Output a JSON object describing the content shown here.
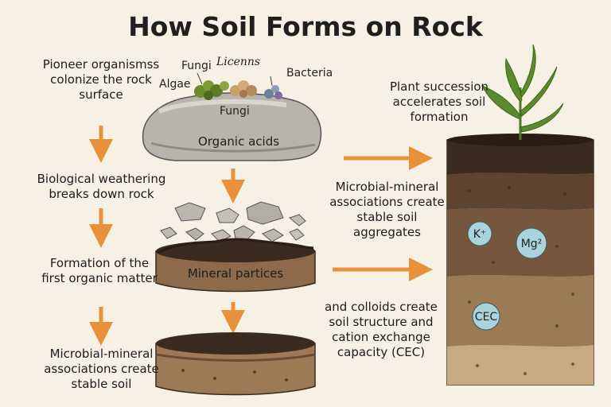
{
  "title": "How Soil Forms on Rock",
  "left_steps": [
    "Pioneer organismss colonize the rock surface",
    "Biological weathering breaks down rock",
    "Formation of the first organic matter",
    "Microbial-mineral associations create stable soil"
  ],
  "organisms": {
    "fungi_top": "Fungi",
    "lichens": "Licenns",
    "algae": "Algae",
    "bacteria": "Bacteria",
    "fungi_rock": "Fungi"
  },
  "rock_label": "Organic acids",
  "mineral_label": "Mineral partices",
  "right_labels": {
    "plant_succession": "Plant succession accelerates soil formation",
    "aggregates": "Microbial-mineral associations create stable soil aggregates",
    "colloids": "and colloids create soil structure and cation exchange capacity (CEC)"
  },
  "ions": {
    "potassium": "K⁺",
    "magnesium": "Mg²",
    "cec": "CEC"
  },
  "colors": {
    "arrow": "#e8913a",
    "ion_fill": "#a9d4dc",
    "dark_soil": "#3b2a1f",
    "mid_soil": "#6b4c33",
    "light_soil": "#a27e58"
  }
}
